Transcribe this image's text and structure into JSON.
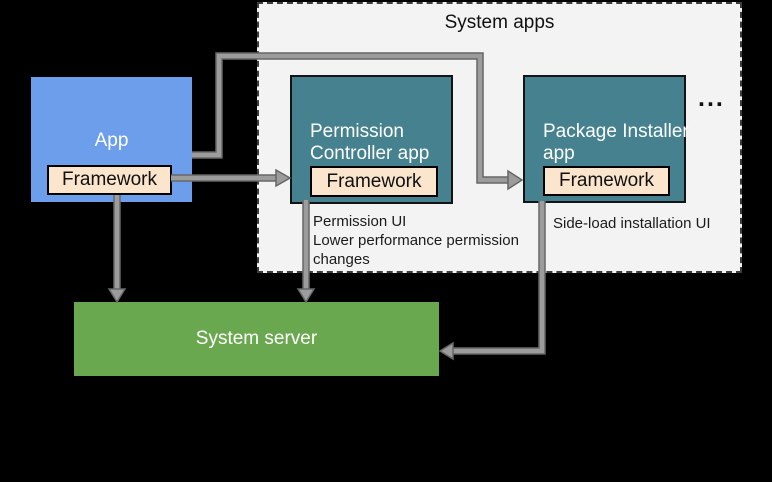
{
  "palette": {
    "background": "#000000",
    "app_blue": "#6d9eeb",
    "system_app_teal": "#45818e",
    "framework_cream": "#fce5cd",
    "system_server_green": "#6aa84f",
    "container_fill": "#f3f3f3",
    "arrow_gray": "#9c9c9c",
    "arrow_outline": "#666666"
  },
  "system_apps": {
    "title": "System apps",
    "ellipsis": "...",
    "permission_controller": {
      "label_line1": "Permission",
      "label_line2": "Controller app",
      "framework_label": "Framework",
      "caption_line1": "Permission UI",
      "caption_line2": "Lower performance permission",
      "caption_line3": "changes"
    },
    "package_installer": {
      "label_line1": "Package Installer",
      "label_line2": "app",
      "framework_label": "Framework",
      "caption": "Side-load installation UI"
    }
  },
  "app": {
    "label": "App",
    "framework_label": "Framework"
  },
  "system_server": {
    "label": "System server"
  }
}
